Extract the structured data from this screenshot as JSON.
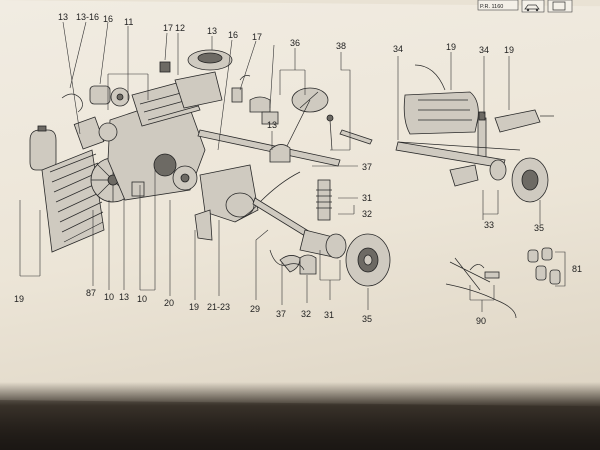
{
  "header": {
    "code": "P.R. 1160"
  },
  "callouts": {
    "c13a": "13",
    "c1316": "13-16",
    "c16a": "16",
    "c11": "11",
    "c17a": "17",
    "c12": "12",
    "c13b": "13",
    "c16b": "16",
    "c17b": "17",
    "c36": "36",
    "c38": "38",
    "c34a": "34",
    "c19a": "19",
    "c34b": "34",
    "c19b": "19",
    "c13c": "13",
    "c37a": "37",
    "c31a": "31",
    "c32a": "32",
    "c33": "33",
    "c35a": "35",
    "c81": "81",
    "c19c": "19",
    "c87": "87",
    "c10a": "10",
    "c13d": "13",
    "c10b": "10",
    "c20": "20",
    "c19d": "19",
    "c2123": "21-23",
    "c29": "29",
    "c37b": "37",
    "c32b": "32",
    "c31b": "31",
    "c35b": "35",
    "c90": "90"
  },
  "icons": [
    "car-icon",
    "door-icon"
  ]
}
